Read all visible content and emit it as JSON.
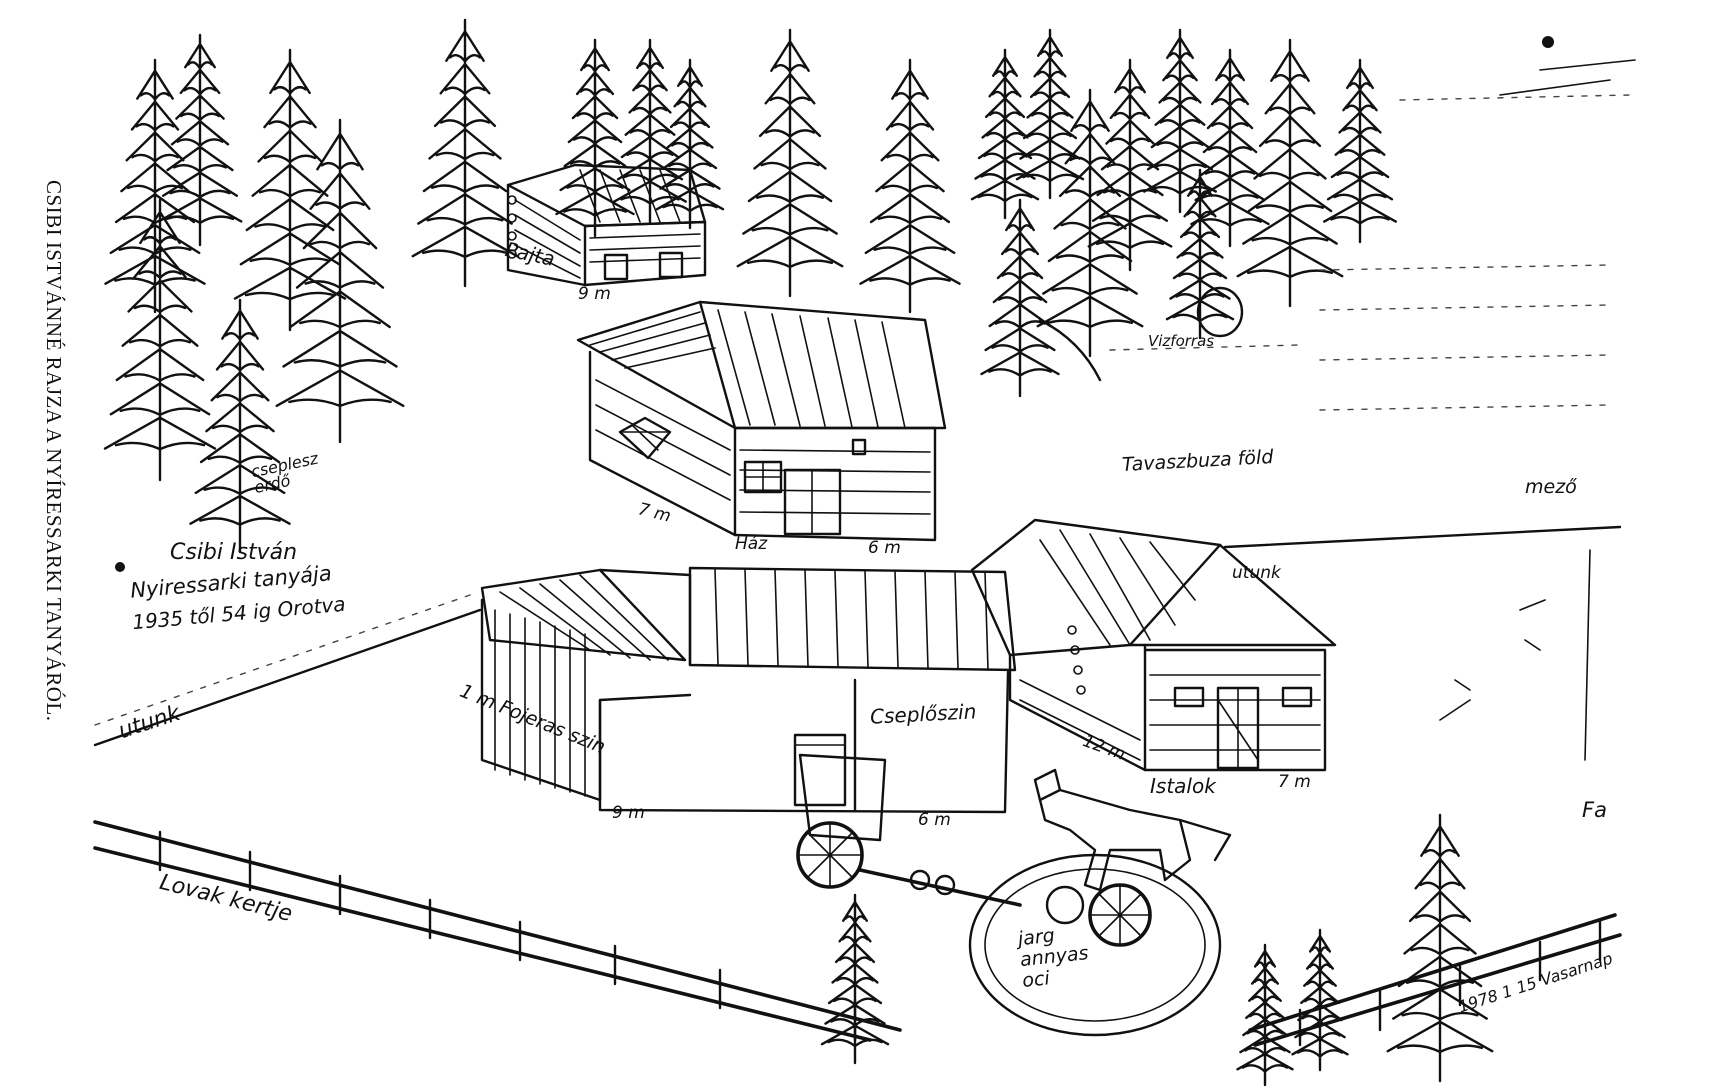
{
  "caption": "CSIBI ISTVÁNNÉ RAJZA A NYÍRESSARKI TANYÁRÓL.",
  "labels": {
    "pajta": "Pajta",
    "pajta_dim": "9 m",
    "haz": "Ház",
    "haz_dim_left": "7 m",
    "haz_dim_right": "6 m",
    "csepleszr_erdo": "cseplesz erdő",
    "csipi_istvan": "Csibi István",
    "nyiressarki_tanyaja": "Nyiressarki tanyája",
    "years": "1935 től 54 ig Orotva",
    "utunk_left": "utunk",
    "utunk_right": "utunk",
    "tavaszbuza_fold": "Tavaszbuza föld",
    "mezo": "mező",
    "csepleszin": "Cseplőszin",
    "fojeras_szin": "1 m Fojeras szin",
    "fojeras_dim": "9 m",
    "csepleszin_dim": "6 m",
    "istalok": "Istalok",
    "istalo_dim_left": "12 m",
    "istalo_dim_right": "7 m",
    "fa": "Fa",
    "lovak_kertje": "Lovak kertje",
    "jarg_annyas_oci": "jarg annyas oci",
    "date": "1978 1 15 Vasarnap",
    "vizforras": "Vizforras"
  }
}
